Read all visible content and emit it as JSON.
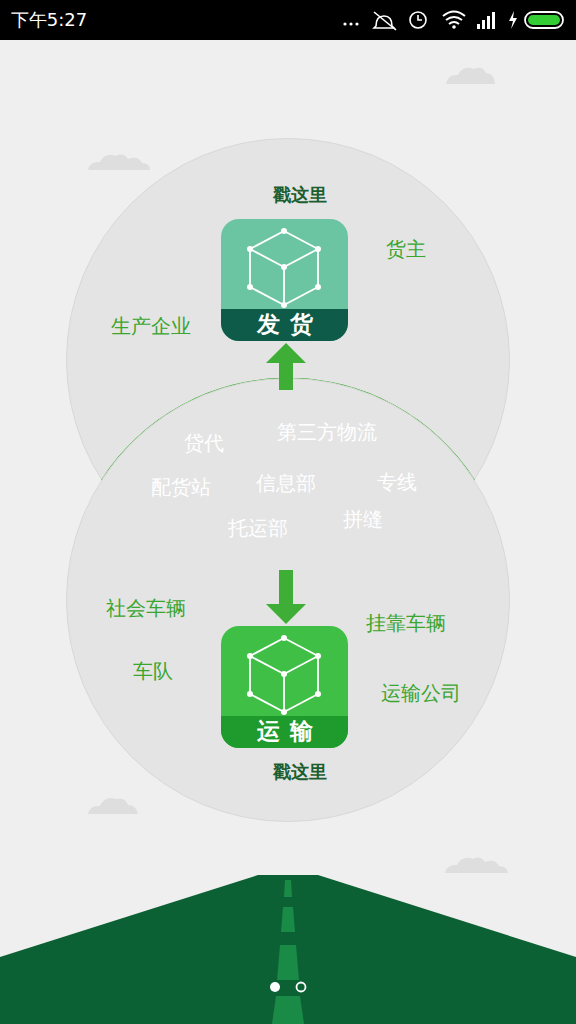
{
  "diagram": {
    "nodes": [
      {
        "text": [
          "货主",
          "生产企业"
        ]
      },
      {
        "text": [
          "发货"
        ],
        "in": 0
      },
      {
        "text": [
          "贷代",
          "第三方物流",
          "配货站",
          "信息部",
          "专线",
          "托运部",
          "拼缝"
        ]
      },
      {
        "text": [
          "社会车辆",
          "挂靠车辆",
          "车队",
          "运输公司"
        ]
      },
      {
        "text": [
          "运输"
        ],
        "in": 3
      }
    ],
    "edges": [
      {
        "from": 2,
        "to": 1,
        "arrow": "to"
      },
      {
        "from": 2,
        "to": 4,
        "arrow": "to"
      }
    ],
    "labels": [
      "下午5:27",
      "戳这里",
      "戳这里"
    ]
  }
}
